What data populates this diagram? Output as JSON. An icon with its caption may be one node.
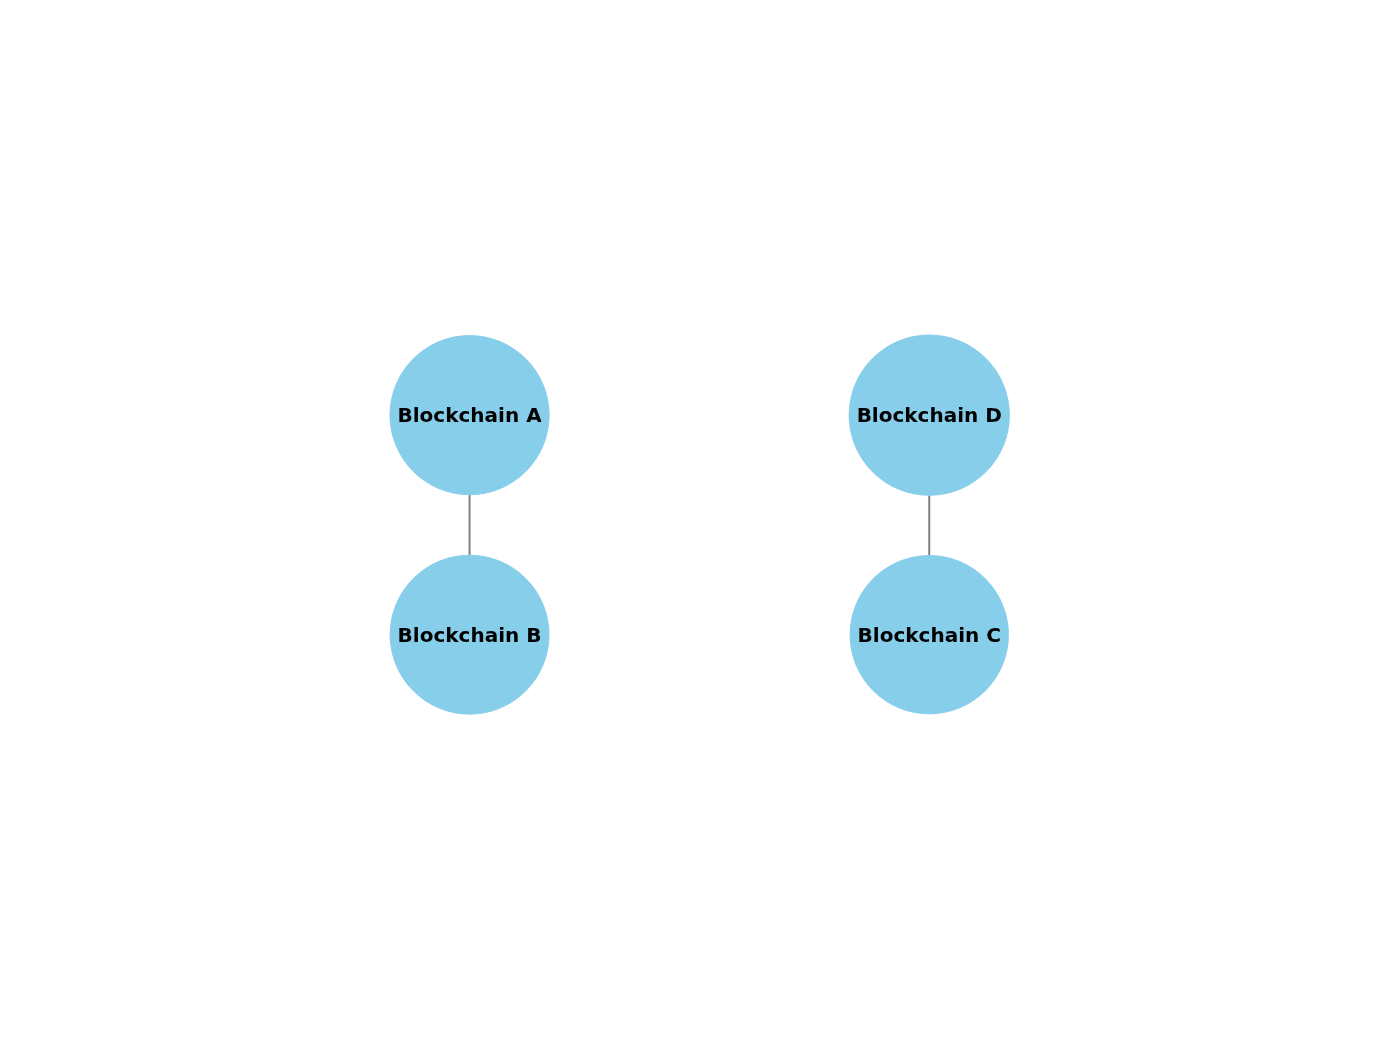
{
  "diagram": {
    "nodes": [
      {
        "text": [
          "Blockchain A"
        ]
      },
      {
        "text": [
          "Blockchain B"
        ]
      },
      {
        "text": [
          "Blockchain D"
        ]
      },
      {
        "text": [
          "Blockchain C"
        ]
      }
    ],
    "edges": [
      {
        "from": 0,
        "to": 1,
        "arrow": "none"
      },
      {
        "from": 2,
        "to": 3,
        "arrow": "none"
      }
    ]
  }
}
